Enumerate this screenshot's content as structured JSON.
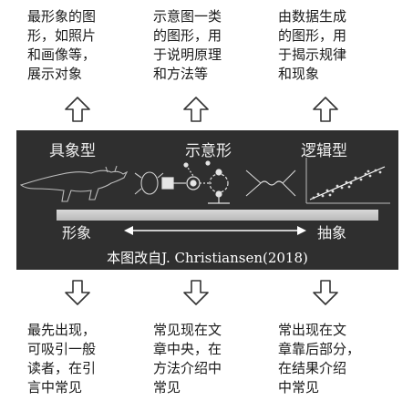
{
  "top_descriptions": [
    "最形象的图\n形，如照片\n和画像等，\n展示对象",
    "示意图一类\n的图形，用\n于说明原理\n和方法等",
    "由数据生成\n的图形，用\n于揭示规律\n和现象"
  ],
  "categories": [
    "具象型",
    "示意形",
    "逻辑型"
  ],
  "scale": {
    "left_label": "形象",
    "right_label": "抽象"
  },
  "credit": "本图改自J. Christiansen(2018)",
  "bottom_descriptions": [
    "最先出现，\n可吸引一般\n读者，在引\n言中常见",
    "常见现在文\n章中央，在\n方法介绍中\n常见",
    "常出现在文\n章靠后部分，\n在结果介绍\n中常见"
  ],
  "colors": {
    "banner_background": "#2f2f2f",
    "banner_text": "#f2f2f2",
    "arrow_outline": "#333333"
  }
}
